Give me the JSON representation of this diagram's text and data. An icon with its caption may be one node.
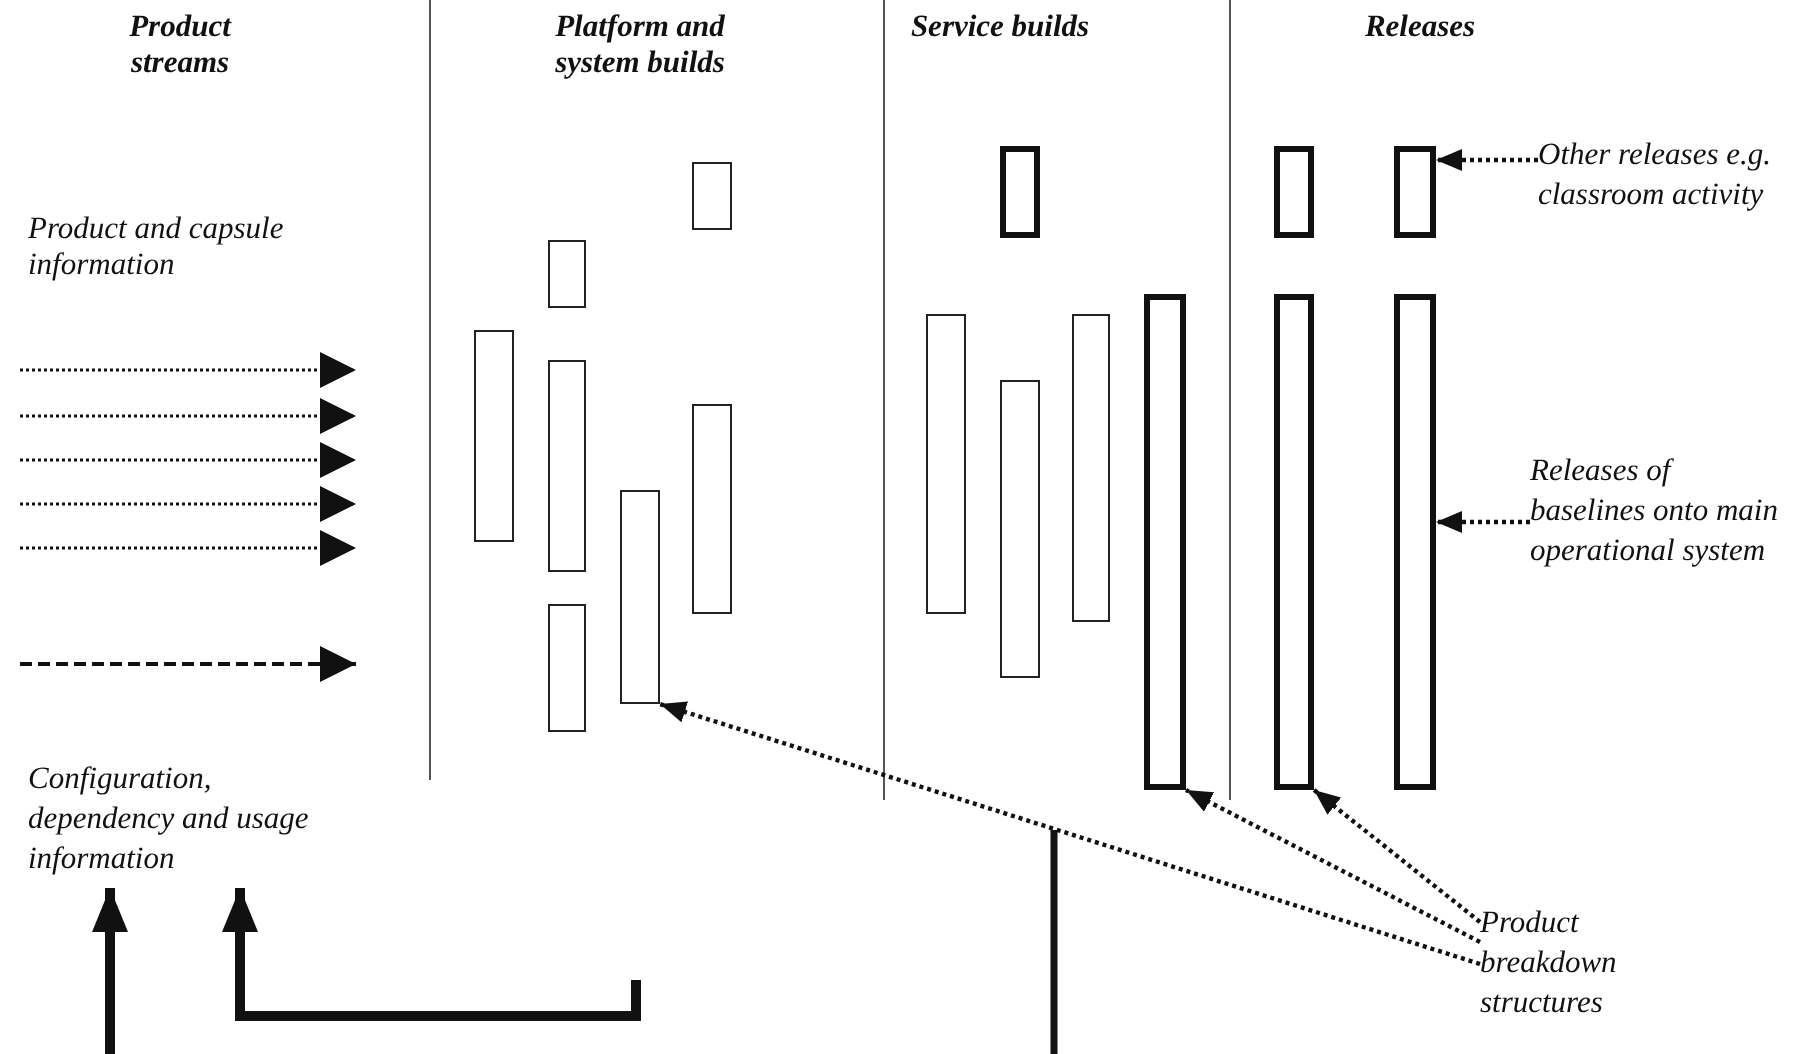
{
  "diagram": {
    "nodes": [
      {
        "text": [],
        "shape": "box"
      },
      {
        "text": [],
        "shape": "box"
      },
      {
        "text": [],
        "shape": "box"
      },
      {
        "text": [],
        "shape": "box"
      },
      {
        "text": [],
        "shape": "box"
      },
      {
        "text": [],
        "shape": "box"
      },
      {
        "text": [],
        "shape": "box"
      },
      {
        "text": [],
        "shape": "box"
      },
      {
        "text": [],
        "shape": "box"
      },
      {
        "text": [],
        "shape": "box"
      },
      {
        "text": [],
        "shape": "box"
      },
      {
        "text": [],
        "shape": "box"
      },
      {
        "text": [],
        "shape": "box"
      },
      {
        "text": [],
        "shape": "box"
      },
      {
        "text": [],
        "shape": "box"
      },
      {
        "text": [],
        "shape": "box"
      },
      {
        "text": [
          "Other releases e.g. classroom activity"
        ]
      },
      {
        "text": [
          "Releases of baselines onto main operational system"
        ]
      },
      {
        "text": [
          "Configuration, dependency and usage information"
        ]
      },
      {
        "text": [
          "Product breakdown structures"
        ]
      }
    ],
    "edges": [
      {
        "from": 16,
        "to": 14,
        "arrow": "to",
        "style": "dashed"
      },
      {
        "from": 17,
        "to": 15,
        "arrow": "to",
        "style": "dashed"
      },
      {
        "from": null,
        "to": 18,
        "arrow": "to",
        "style": "thick"
      },
      {
        "from": null,
        "to": 18,
        "arrow": "to",
        "style": "thick"
      },
      {
        "from": 19,
        "to": 13,
        "arrow": "to",
        "style": "dashed"
      },
      {
        "from": 19,
        "to": 11,
        "arrow": "to",
        "style": "dashed"
      },
      {
        "from": 19,
        "to": 4,
        "arrow": "to",
        "style": "dashed"
      }
    ],
    "labels": [
      "Product streams",
      "Platform and system builds",
      "Service builds",
      "Releases",
      "Product and capsule information"
    ]
  }
}
